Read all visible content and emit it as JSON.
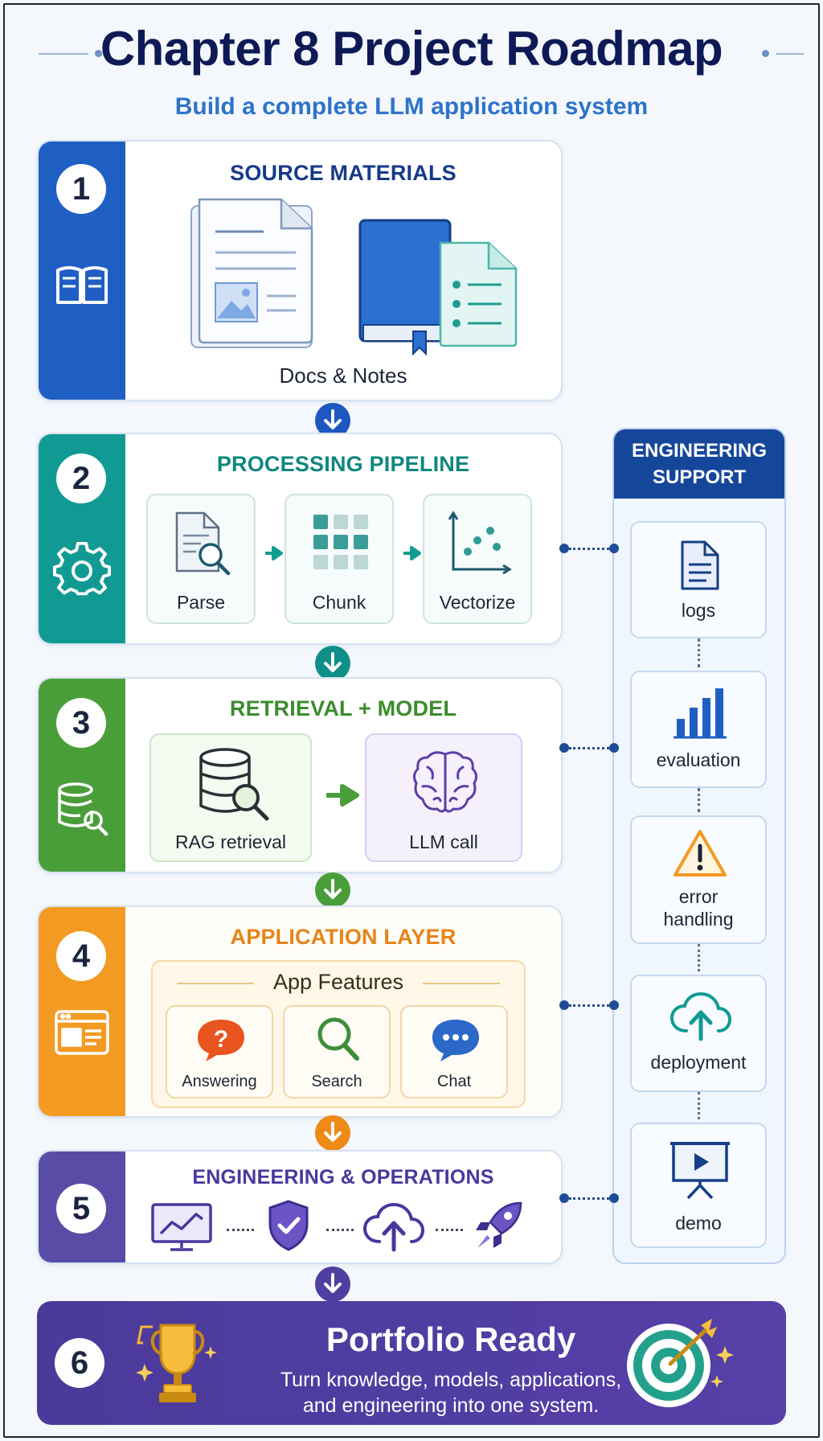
{
  "header": {
    "title": "Chapter 8 Project Roadmap",
    "subtitle": "Build a complete LLM application system"
  },
  "colors": {
    "stage1": "#1f5fc4",
    "stage2": "#119a93",
    "stage3": "#4a9e3a",
    "stage4": "#f39a23",
    "stage5": "#5a4ca6",
    "stage6": "#4b3a9a",
    "side_header": "#14479a"
  },
  "stages": [
    {
      "number": "1",
      "title": "SOURCE MATERIALS",
      "icon": "open-book-icon",
      "caption": "Docs & Notes"
    },
    {
      "number": "2",
      "title": "PROCESSING PIPELINE",
      "icon": "gear-icon",
      "steps": [
        {
          "label": "Parse",
          "icon": "document-search-icon"
        },
        {
          "label": "Chunk",
          "icon": "grid-blocks-icon"
        },
        {
          "label": "Vectorize",
          "icon": "scatter-axes-icon"
        }
      ]
    },
    {
      "number": "3",
      "title": "RETRIEVAL + MODEL",
      "icon": "database-search-icon",
      "steps": [
        {
          "label": "RAG retrieval",
          "icon": "database-magnifier-icon"
        },
        {
          "label": "LLM call",
          "icon": "brain-icon"
        }
      ]
    },
    {
      "number": "4",
      "title": "APPLICATION LAYER",
      "icon": "app-window-icon",
      "group_title": "App Features",
      "steps": [
        {
          "label": "Answering",
          "icon": "question-bubble-icon"
        },
        {
          "label": "Search",
          "icon": "magnifier-icon"
        },
        {
          "label": "Chat",
          "icon": "chat-bubble-icon"
        }
      ]
    },
    {
      "number": "5",
      "title": "ENGINEERING & OPERATIONS",
      "icons": [
        "monitor-chart-icon",
        "shield-check-icon",
        "cloud-upload-icon",
        "rocket-icon"
      ]
    },
    {
      "number": "6",
      "title": "Portfolio Ready",
      "description_line1": "Turn knowledge, models, applications,",
      "description_line2": "and engineering into one system.",
      "icons": [
        "trophy-icon",
        "target-arrow-icon"
      ]
    }
  ],
  "side_panel": {
    "title_line1": "ENGINEERING",
    "title_line2": "SUPPORT",
    "items": [
      {
        "label": "logs",
        "icon": "log-document-icon"
      },
      {
        "label": "evaluation",
        "icon": "bar-chart-icon"
      },
      {
        "label_line1": "error",
        "label_line2": "handling",
        "icon": "warning-triangle-icon"
      },
      {
        "label": "deployment",
        "icon": "cloud-upload-icon"
      },
      {
        "label": "demo",
        "icon": "presentation-play-icon"
      }
    ]
  }
}
